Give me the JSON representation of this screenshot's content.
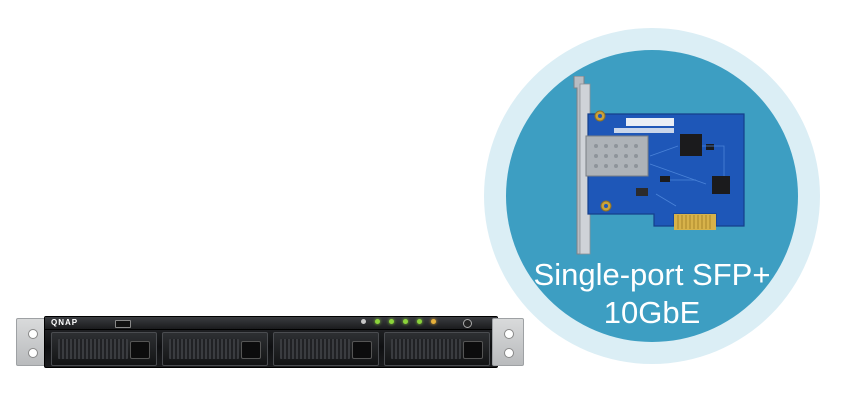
{
  "nas": {
    "brand": "QNAP",
    "drive_bays": 4
  },
  "feature": {
    "caption_line1": "Single-port SFP+",
    "caption_line2": "10GbE",
    "circle_color": "#3d9ec2",
    "halo_color": "#dbeef5",
    "pcb_color": "#1e57b8"
  }
}
